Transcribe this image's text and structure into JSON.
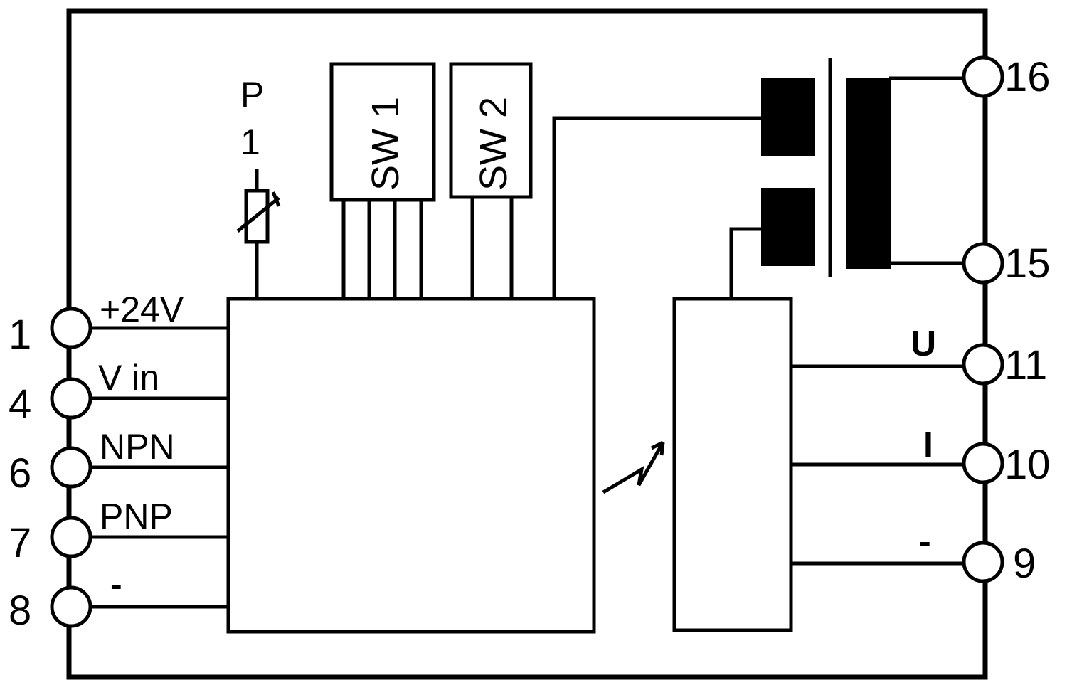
{
  "diagram": {
    "potentiometer": {
      "label_line1": "P",
      "label_line2": "1"
    },
    "switches": [
      {
        "label": "SW 1"
      },
      {
        "label": "SW 2"
      }
    ],
    "left_terminals": [
      {
        "number": "1",
        "signal": "+24V"
      },
      {
        "number": "4",
        "signal": "V in"
      },
      {
        "number": "6",
        "signal": "NPN"
      },
      {
        "number": "7",
        "signal": "PNP"
      },
      {
        "number": "8",
        "signal": "-"
      }
    ],
    "right_terminals": [
      {
        "number": "16",
        "signal": ""
      },
      {
        "number": "15",
        "signal": ""
      },
      {
        "number": "11",
        "signal": "U"
      },
      {
        "number": "10",
        "signal": "I"
      },
      {
        "number": "9",
        "signal": "-"
      }
    ]
  }
}
